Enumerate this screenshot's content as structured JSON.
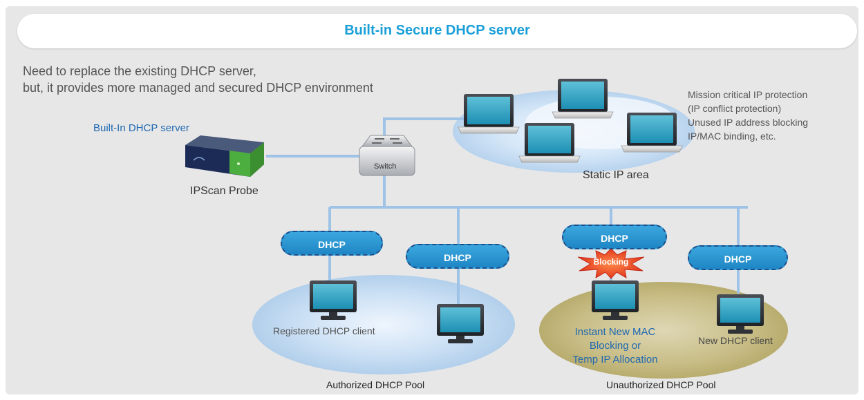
{
  "title": "Built-in Secure DHCP server",
  "description": [
    "Need to replace the existing DHCP server,",
    "but, it provides more managed and secured DHCP environment"
  ],
  "server": {
    "label": "Built-In DHCP server",
    "device_name": "IPScan Probe"
  },
  "switch_label": "Switch",
  "static_area": {
    "label": "Static IP area",
    "features": [
      "Mission critical IP protection",
      "(IP conflict protection)",
      "Unused IP address blocking",
      "IP/MAC binding, etc."
    ]
  },
  "dhcp_label": "DHCP",
  "blocking_label": "Blocking",
  "authorized_pool": {
    "label": "Authorized DHCP Pool",
    "client_label": "Registered DHCP client"
  },
  "unauthorized_pool": {
    "label": "Unauthorized DHCP Pool",
    "client_label": "New DHCP client",
    "block_text": [
      "Instant New MAC",
      "Blocking or",
      "Temp IP Allocation"
    ]
  }
}
